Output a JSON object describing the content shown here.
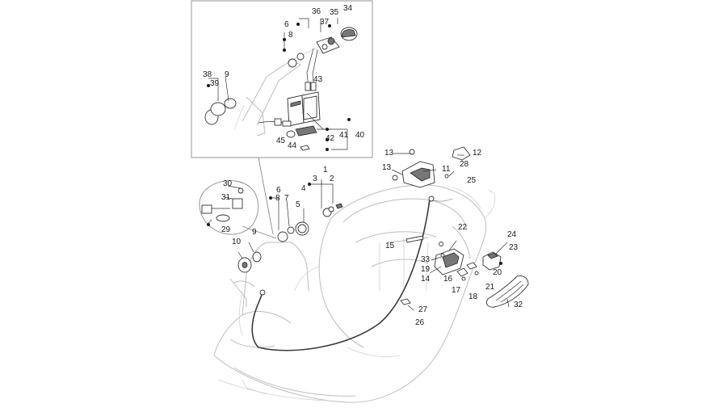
{
  "diagram": {
    "callouts": {
      "inset_top": [
        "36",
        "35",
        "34",
        "37",
        "6",
        "8",
        "38",
        "39",
        "9",
        "43",
        "45",
        "44",
        "42",
        "41",
        "40"
      ],
      "inset_left": [
        "30",
        "31",
        "29",
        "10",
        "9"
      ],
      "main": [
        "1",
        "3",
        "2",
        "4",
        "6",
        "8",
        "7",
        "5",
        "13",
        "12",
        "13",
        "11",
        "28",
        "25",
        "22",
        "15",
        "33",
        "19",
        "14",
        "16",
        "17",
        "18",
        "20",
        "21",
        "23",
        "24",
        "32",
        "27",
        "26"
      ]
    },
    "colors": {
      "line": "#333333",
      "ghost": "#bdbdbd",
      "frame": "#8a8a8a"
    }
  }
}
